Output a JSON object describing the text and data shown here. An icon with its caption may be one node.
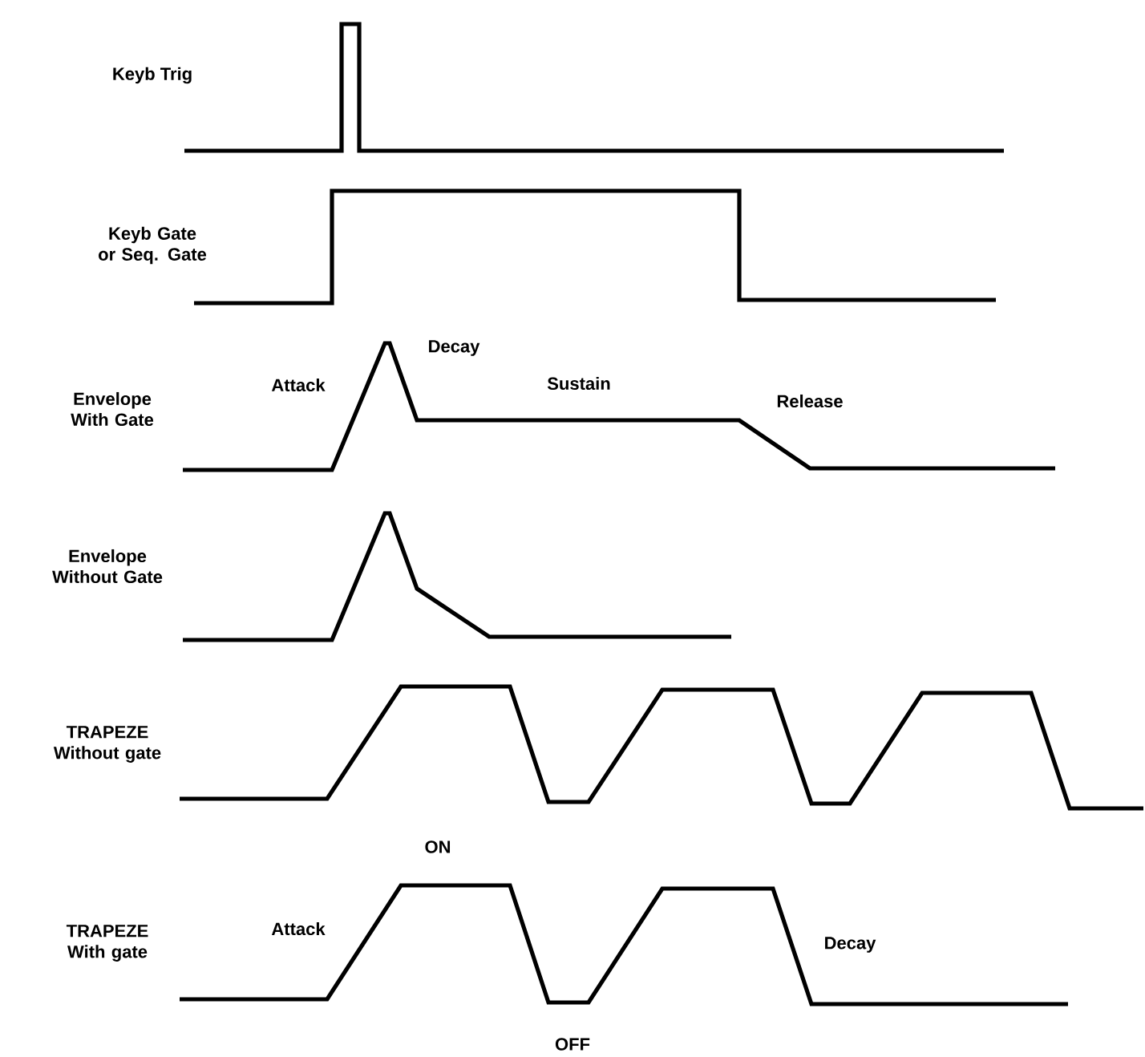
{
  "diagram": {
    "labels": [
      "Keyb Trig",
      "Keyb Gate or Seq. Gate",
      "Decay",
      "Envelope With Gate",
      "Attack",
      "Sustain",
      "Release",
      "Envelope Without Gate",
      "TRAPEZE Without gate",
      "ON",
      "TRAPEZE With gate",
      "Attack",
      "Decay",
      "OFF"
    ]
  }
}
